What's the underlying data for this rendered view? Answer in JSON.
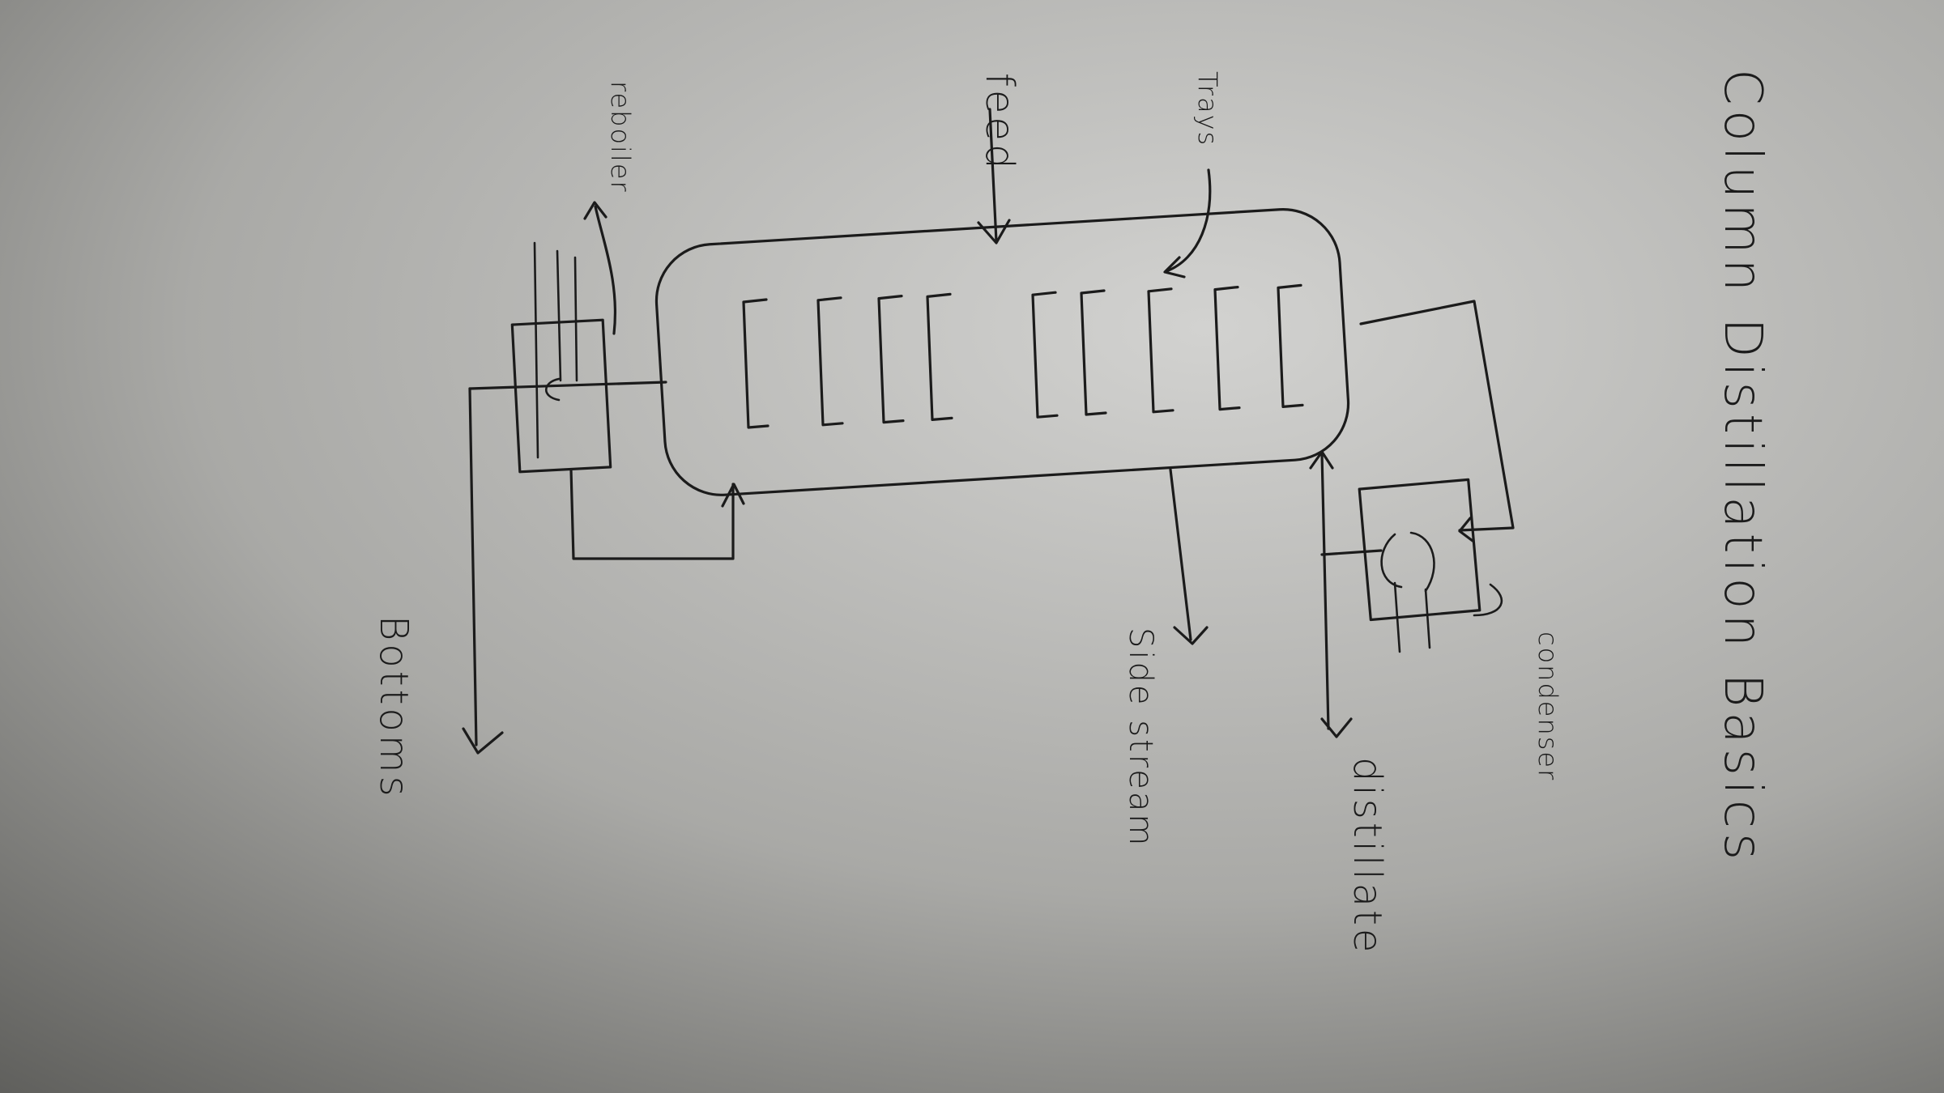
{
  "title": "Column Distillation Basics",
  "labels": {
    "feed": "feed",
    "trays": "Trays",
    "reboiler": "reboiler",
    "bottoms": "Bottoms",
    "side_stream": "Side stream",
    "distillate": "distillate",
    "condenser": "condenser"
  },
  "tray_count": 9
}
